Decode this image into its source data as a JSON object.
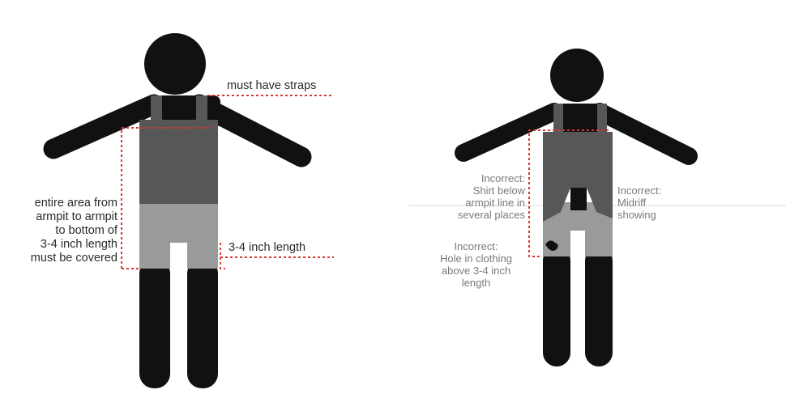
{
  "colors": {
    "figure": "#111111",
    "top_garment": "#575757",
    "shorts": "#9a9a9a",
    "marker_line": "#d9382e",
    "faded_text": "#7a7a7a",
    "text": "#2b2b2b"
  },
  "correct_figure": {
    "labels": {
      "straps": "must have straps",
      "length": "3-4 inch length",
      "coverage_lines": [
        "entire area from",
        "armpit to armpit",
        "to bottom of",
        "3-4 inch length",
        "must be covered"
      ]
    }
  },
  "incorrect_figure": {
    "labels": {
      "shirt_lines": [
        "Incorrect:",
        "Shirt below",
        "armpit line in",
        "several places"
      ],
      "midriff_lines": [
        "Incorrect:",
        "Midriff",
        "showing"
      ],
      "hole_lines": [
        "Incorrect:",
        "Hole in clothing",
        "above 3-4 inch",
        "length"
      ]
    }
  }
}
